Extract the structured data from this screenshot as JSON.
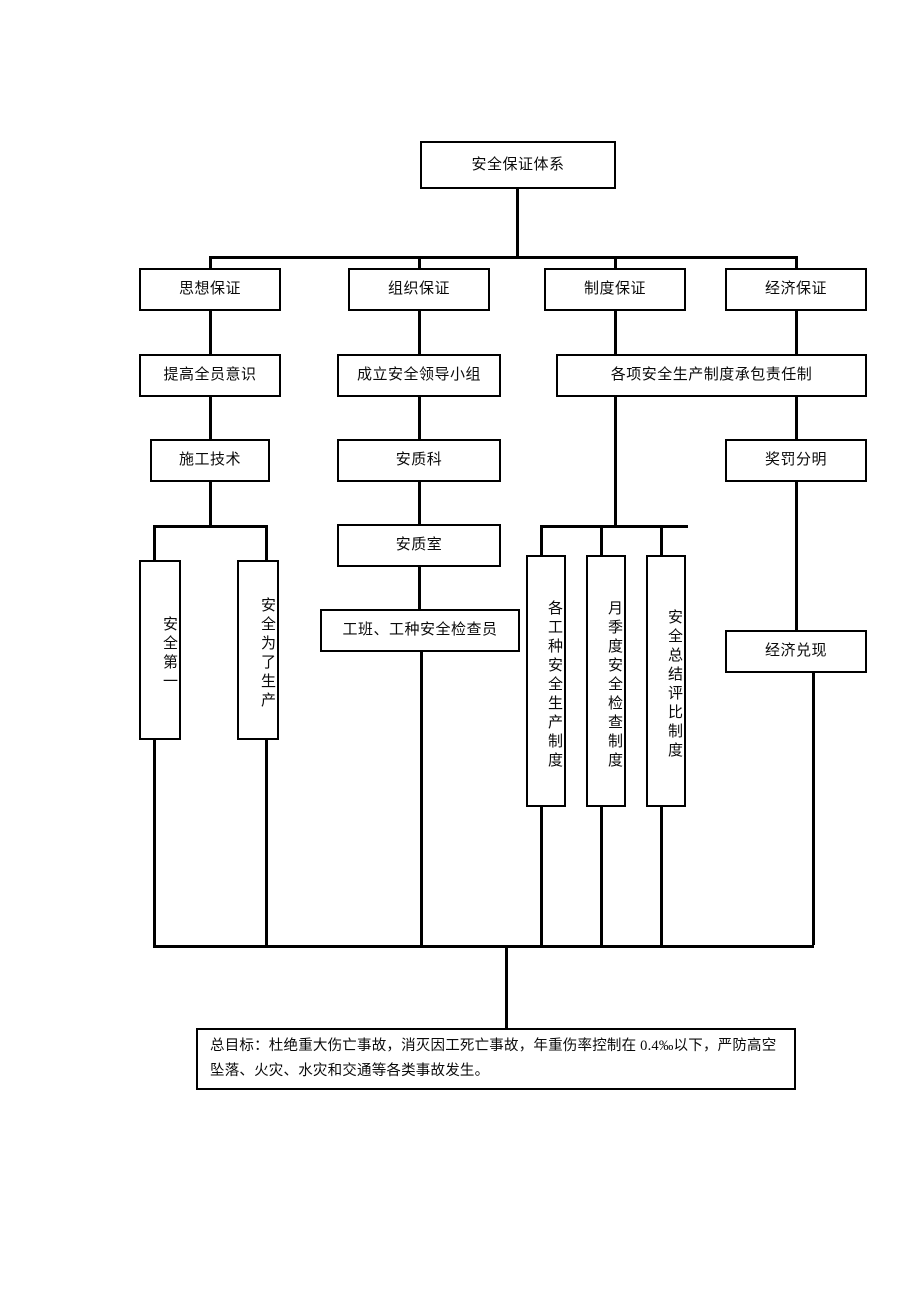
{
  "diagram": {
    "title": "安全保证体系",
    "root": {
      "label": "安全保证体系"
    },
    "pillars": [
      {
        "label": "思想保证"
      },
      {
        "label": "组织保证"
      },
      {
        "label": "制度保证"
      },
      {
        "label": "经济保证"
      }
    ],
    "ideology_branch": {
      "level1": {
        "label": "提高全员意识"
      },
      "level2": {
        "label": "施工技术"
      },
      "leaves": [
        {
          "label": "安全第一",
          "orientation": "vertical"
        },
        {
          "label": "安全为了生产",
          "orientation": "vertical"
        }
      ]
    },
    "organization_branch": {
      "level1": {
        "label": "成立安全领导小组"
      },
      "level2": {
        "label": "安质科"
      },
      "level3": {
        "label": "安质室"
      },
      "level4": {
        "label": "工班、工种安全检查员"
      }
    },
    "system_branch": {
      "level1": {
        "label": "各项安全生产制度承包责任制"
      },
      "leaves": [
        {
          "label": "各工种安全生产制度",
          "orientation": "vertical"
        },
        {
          "label": "月季度安全检查制度",
          "orientation": "vertical"
        },
        {
          "label": "安全总结评比制度",
          "orientation": "vertical"
        }
      ]
    },
    "economy_branch": {
      "level1": {
        "label": "奖罚分明"
      },
      "level2": {
        "label": "经济兑现"
      }
    },
    "goal": {
      "label": "总目标：杜绝重大伤亡事故，消灭因工死亡事故，年重伤率控制在 0.4‰以下，严防高空坠落、火灾、水灾和交通等各类事故发生。"
    },
    "colors": {
      "line": "#000000",
      "box_fill": "#ffffff",
      "text": "#0a0a0a"
    }
  }
}
